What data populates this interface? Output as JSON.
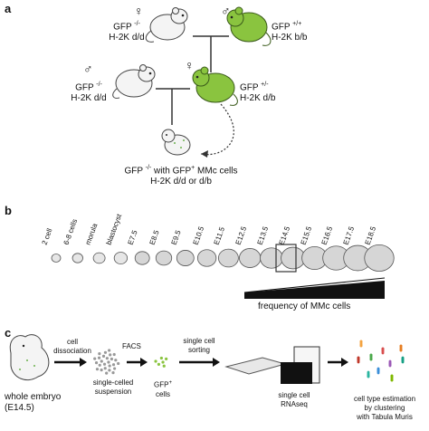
{
  "panel_a": {
    "label": "a",
    "female_symbol": "♀",
    "male_symbol": "♂",
    "p1_gfp": "GFP",
    "p1_gfp_sup": "-/-",
    "p1_h2k": "H-2K d/d",
    "p2_gfp": "GFP",
    "p2_gfp_sup": "+/+",
    "p2_h2k": "H-2K b/b",
    "p3_gfp": "GFP",
    "p3_gfp_sup": "-/-",
    "p3_h2k": "H-2K d/d",
    "p4_gfp": "GFP",
    "p4_gfp_sup": "+/-",
    "p4_h2k": "H-2K d/b",
    "pup_line1_a": "GFP",
    "pup_line1_sup1": "-/-",
    "pup_line1_b": "with GFP",
    "pup_line1_sup2": "+",
    "pup_line1_c": "MMc cells",
    "pup_line2": "H-2K d/d or d/b",
    "colors": {
      "green_mouse": "#8ac43f",
      "white_mouse": "#f4f4f4"
    }
  },
  "panel_b": {
    "label": "b",
    "stages": [
      "2 cell",
      "6-8 cells",
      "morula",
      "blastocyst",
      "E7.5",
      "E8.5",
      "E9.5",
      "E10.5",
      "E11.5",
      "E12.5",
      "E13.5",
      "E14.5",
      "E15.5",
      "E16.5",
      "E17.5",
      "E18.5"
    ],
    "highlighted_stage": "E14.5",
    "gradient_label": "frequency of MMc cells"
  },
  "panel_c": {
    "label": "c",
    "embryo_label_1": "whole embryo",
    "embryo_label_2": "(E14.5)",
    "step1_1": "cell",
    "step1_2": "dissociation",
    "facs": "FACS",
    "suspension_1": "single-celled",
    "suspension_2": "suspension",
    "gfp_cells_1": "GFP",
    "gfp_cells_sup": "+",
    "gfp_cells_2": "cells",
    "sorting_1": "single cell",
    "sorting_2": "sorting",
    "rnaseq_1": "single cell",
    "rnaseq_2": "RNAseq",
    "cluster_1": "cell type estimation",
    "cluster_2": "by clustering",
    "cluster_3": "with Tabula Muris"
  }
}
